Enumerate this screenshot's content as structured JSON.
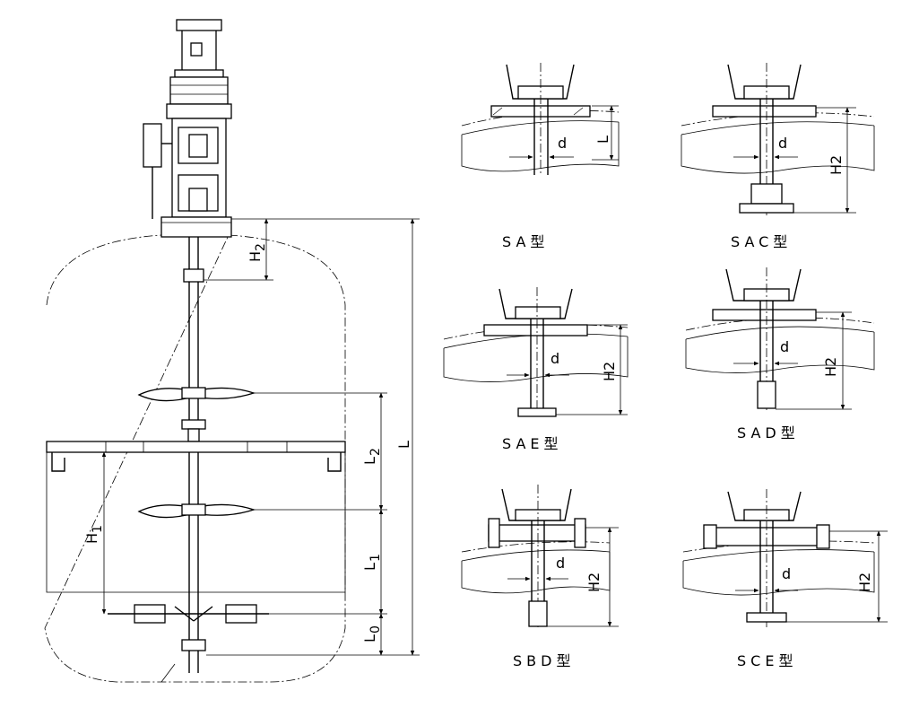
{
  "main": {
    "labels": {
      "L": "L",
      "H1": "H",
      "H1_sub": "1",
      "H2": "H",
      "H2_sub": "2",
      "L0": "L",
      "L0_sub": "0",
      "L1": "L",
      "L1_sub": "1",
      "L2": "L",
      "L2_sub": "2"
    }
  },
  "details": [
    {
      "caption": "SA型",
      "diameter": "d",
      "dim": "L"
    },
    {
      "caption": "SAC型",
      "diameter": "d",
      "dim": "H2"
    },
    {
      "caption": "SAE型",
      "diameter": "d",
      "dim": "H2"
    },
    {
      "caption": "SAD型",
      "diameter": "d",
      "dim": "H2"
    },
    {
      "caption": "SBD型",
      "diameter": "d",
      "dim": "H2"
    },
    {
      "caption": "SCE型",
      "diameter": "d",
      "dim": "H2"
    }
  ]
}
